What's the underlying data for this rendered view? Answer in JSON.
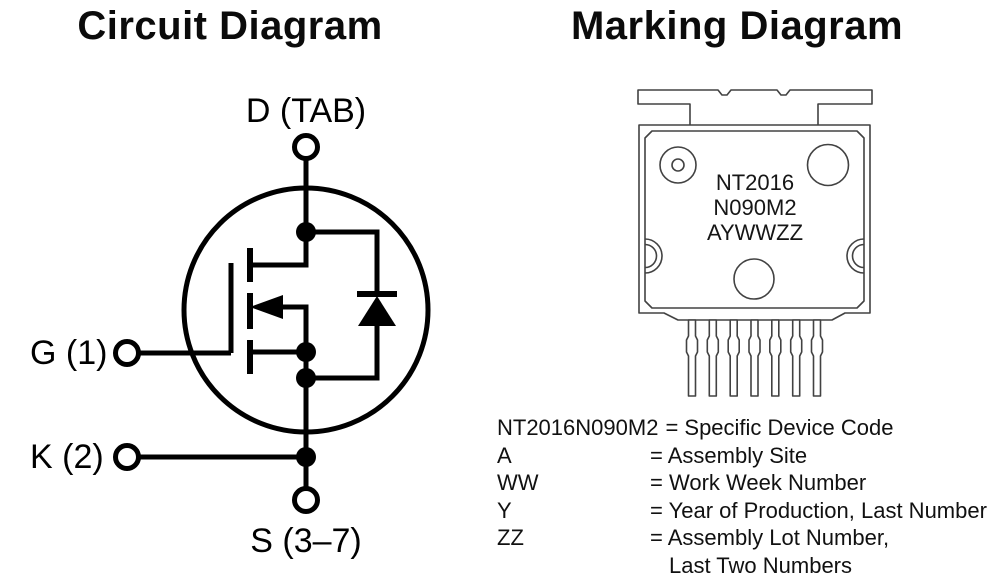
{
  "titles": {
    "circuit": "Circuit Diagram",
    "marking": "Marking Diagram"
  },
  "circuit": {
    "terminal_labels": {
      "drain": "D (TAB)",
      "gate": "G (1)",
      "kelvin": "K (2)",
      "source": "S (3–7)"
    }
  },
  "marking": {
    "package_marking": {
      "line1": "NT2016",
      "line2": "N090M2",
      "line3": "AYWWZZ"
    },
    "legend": [
      {
        "label": "NT2016N090M2",
        "text": "= Specific Device Code"
      },
      {
        "label": "A",
        "text": "= Assembly Site"
      },
      {
        "label": "WW",
        "text": "= Work Week Number"
      },
      {
        "label": "Y",
        "text": "= Year of Production, Last Number"
      },
      {
        "label": "ZZ",
        "text": "= Assembly Lot Number,"
      },
      {
        "label": "",
        "text": "Last Two Numbers"
      }
    ]
  },
  "colors": {
    "circuit_line": "#000000",
    "package_line": "#424242",
    "text": "#0b0b0b",
    "background": "#ffffff"
  }
}
